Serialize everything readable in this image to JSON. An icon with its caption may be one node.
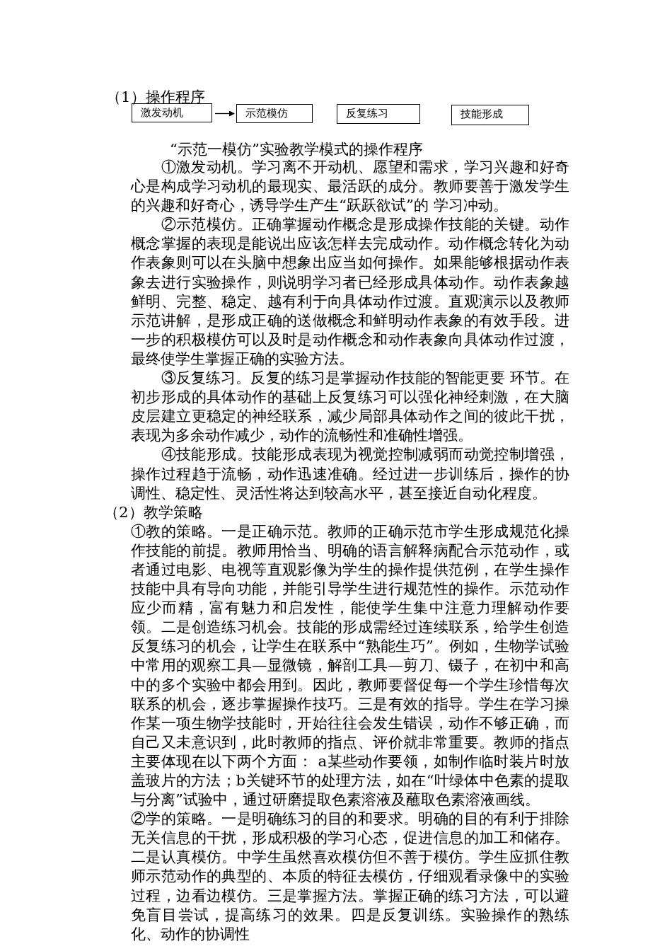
{
  "diagram": {
    "caption": "“示范一模仿”实验教学模式的操作程序",
    "nodes": [
      {
        "text": [
          "激发动机"
        ]
      },
      {
        "text": [
          "示范模仿"
        ]
      },
      {
        "text": [
          "反复练习"
        ]
      },
      {
        "text": [
          "技能形成"
        ]
      }
    ],
    "edges": [
      {
        "from": 0,
        "to": 1,
        "arrow": "to"
      }
    ],
    "labels": [
      "（1）操作程序",
      "①激发动机。学习离不开动机、愿望和需求，学习兴趣和好奇心是构成学习动机的最现实、最活跃的成分。教师要善于激发学生的兴趣和好奇心，诱导学生产生“跃跃欲试”的 学习冲动。",
      "②示范模仿。正确掌握动作概念是形成操作技能的关键。动作概念掌握的表现是能说出应该怎样去完成动作。动作概念转化为动作表象则可以在头脑中想象出应当如何操作。如果能够根据动作表象去进行实验操作，则说明学习者已经形成具体动作。动作表象越鲜明、完整、稳定、越有利于向具体动作过渡。直观演示以及教师示范讲解，是形成正确的送做概念和鲜明动作表象的有效手段。进一步的积极模仿可以及时是动作概念和动作表象向具体动作过渡，最终使学生掌握正确的实验方法。",
      "③反复练习。反复的练习是掌握动作技能的智能更要 环节。在初步形成的具体动作的基础上反复练习可以强化神经刺激，在大脑皮层建立更稳定的神经联系，减少局部具体动作之间的彼此干扰，表现为多余动作减少，动作的流畅性和准确性增强。",
      "④技能形成。技能形成表现为视觉控制减弱而动觉控制增强，操作过程趋于流畅，动作迅速准确。经过进一步训练后，操作的协调性、稳定性、灵活性将达到较高水平，甚至接近自动化程度。",
      "（2）教学策略",
      "①教的策略。一是正确示范。教师的正确示范市学生形成规范化操作技能的前提。教师用恰当、明确的语言解释病配合示范动作，或者通过电影、电视等直观影像为学生的操作提供范例，在学生操作技能中具有导向功能，并能引导学生进行规范性的操作。示范动作应少而精，富有魅力和启发性，能使学生集中注意力理解动作要领。二是创造练习机会。技能的形成需经过连续联系，给学生创造反复练习的机会，让学生在联系中“熟能生巧”。例如，生物学试验中常用的观察工具—显微镜，解剖工具—剪刀、镊子，在初中和高中的多个实验中都会用到。因此，教师要督促每一个学生珍惜每次联系的机会，逐步掌握操作技巧。三是有效的指导。学生在学习操作某一项生物学技能时，开始往往会发生错误，动作不够正确，而自己又未意识到，此时教师的指点、评价就非常重要。教师的指点主要体现在以下两个方面： a某些动作要领，如制作临时装片时放盖玻片的方法；b关键环节的处理方法，如在“叶绿体中色素的提取与分离”试验中，通过研磨提取色素溶液及蘸取色素溶液画线。",
      "②学的策略。一是明确练习的目的和要求。明确的目的有利于排除无关信息的干扰，形成积极的学习心态，促进信息的加工和储存。二是认真模仿。中学生虽然喜欢模仿但不善于模仿。学生应抓住教师示范动作的典型的、本质的特征去模仿，仔细观看录像中的实验过程，边看边模仿。三是掌握方法。掌握正确的练习方法，可以避免盲目尝试，提高练习的效果。四是反复训练。实验操作的熟练化、动作的协调性"
    ]
  }
}
